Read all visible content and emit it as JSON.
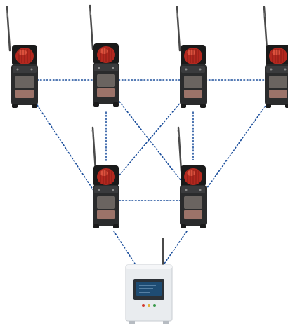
{
  "diagram": {
    "type": "wireless-mesh-network",
    "colors": {
      "background": "#ffffff",
      "link": "#1c4f9c",
      "device_body": "#2a2b2c",
      "device_frame": "#1a1a1a",
      "device_dome": "#b3281f",
      "device_dome_highlight": "#e65b45",
      "device_panel": "#6a6460",
      "device_label": "#b08074",
      "antenna": "#4a4a4a",
      "controller_case": "#e9ecef",
      "controller_screen": "#1e4c73",
      "controller_bezel": "#2b3137"
    },
    "nodes": [
      {
        "id": "node-1",
        "kind": "gas-detector-icon"
      },
      {
        "id": "node-2",
        "kind": "gas-detector-icon"
      },
      {
        "id": "node-3",
        "kind": "gas-detector-icon"
      },
      {
        "id": "node-4",
        "kind": "gas-detector-icon"
      },
      {
        "id": "node-5",
        "kind": "gas-detector-icon"
      },
      {
        "id": "node-6",
        "kind": "gas-detector-icon"
      },
      {
        "id": "controller",
        "kind": "base-controller-icon"
      }
    ],
    "links": [
      [
        "node-1",
        "node-2"
      ],
      [
        "node-2",
        "node-3"
      ],
      [
        "node-3",
        "node-4"
      ],
      [
        "node-1",
        "node-5"
      ],
      [
        "node-2",
        "node-5"
      ],
      [
        "node-2",
        "node-6"
      ],
      [
        "node-3",
        "node-5"
      ],
      [
        "node-3",
        "node-6"
      ],
      [
        "node-4",
        "node-6"
      ],
      [
        "node-5",
        "node-6"
      ],
      [
        "node-5",
        "controller"
      ],
      [
        "node-6",
        "controller"
      ]
    ]
  }
}
